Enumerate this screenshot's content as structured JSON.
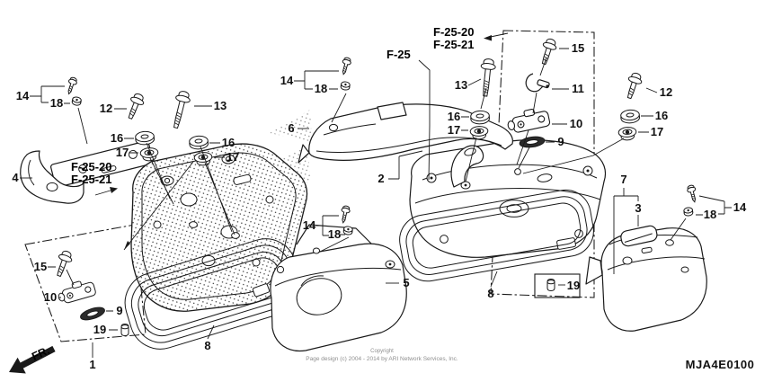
{
  "diagram": {
    "code": "MJA4E0100",
    "direction_label": "FR.",
    "refs": {
      "f25": "F-25",
      "f25_20": "F-25-20",
      "f25_21": "F-25-21"
    },
    "copyright": {
      "line1": "Copyright",
      "line2": "Page design (c) 2004 - 2014 by ARI Network Services, Inc."
    },
    "callouts": {
      "c1": "1",
      "c2": "2",
      "c3": "3",
      "c4": "4",
      "c5": "5",
      "c6": "6",
      "c7": "7",
      "c8": "8",
      "c9": "9",
      "c10": "10",
      "c11": "11",
      "c12": "12",
      "c13": "13",
      "c14": "14",
      "c15": "15",
      "c16": "16",
      "c17": "17",
      "c18": "18",
      "c19": "19"
    },
    "colors": {
      "line": "#1a1a1a",
      "muted_text": "#8f8f8f",
      "background": "#ffffff"
    }
  }
}
